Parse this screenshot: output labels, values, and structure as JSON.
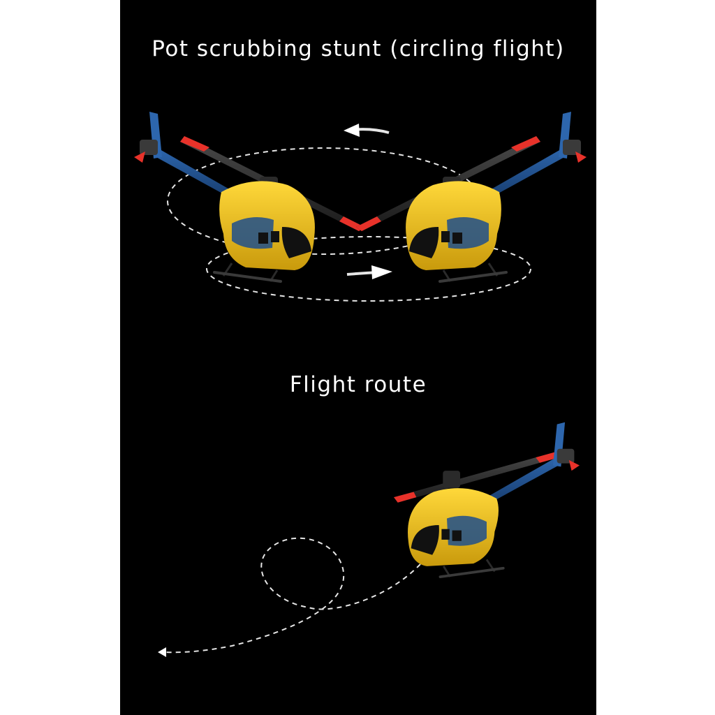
{
  "page": {
    "background": "#000000",
    "frame_color": "#ffffff"
  },
  "sections": {
    "stunt": {
      "title": "Pot scrubbing stunt (circling flight)",
      "motion": "circling",
      "arrows": [
        "arrow-left",
        "arrow-right"
      ]
    },
    "route": {
      "title": "Flight route",
      "path": "loop-then-exit-left"
    }
  },
  "helicopter": {
    "body_color": "#f2c21b",
    "tail_color": "#1f4f8c",
    "blade_color": "#2a2a2a",
    "blade_tip_color": "#e8322a",
    "icons": [
      "rc-helicopter-icon"
    ]
  }
}
